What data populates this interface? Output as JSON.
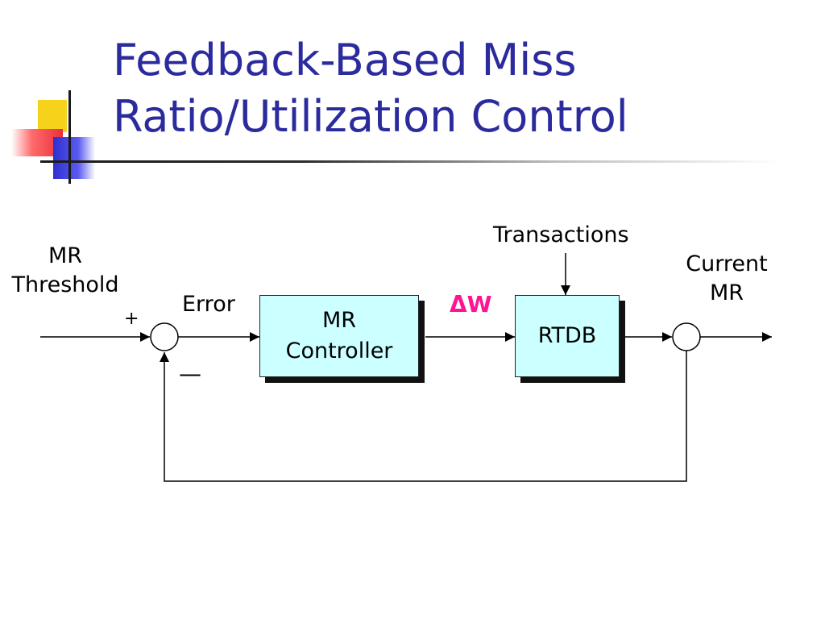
{
  "slide": {
    "title_line1": "Feedback-Based Miss",
    "title_line2": "Ratio/Utilization Control"
  },
  "diagram": {
    "input_label_line1": "MR",
    "input_label_line2": "Threshold",
    "plus_sign": "+",
    "minus_sign": "—",
    "error_label": "Error",
    "controller_line1": "MR",
    "controller_line2": "Controller",
    "delta_label": "ΔW",
    "system_label": "RTDB",
    "disturbance_label": "Transactions",
    "output_label_line1": "Current",
    "output_label_line2": "MR"
  },
  "colors": {
    "title": "#2b2b9e",
    "box_fill": "#ccffff",
    "delta_text": "#ff1493"
  }
}
